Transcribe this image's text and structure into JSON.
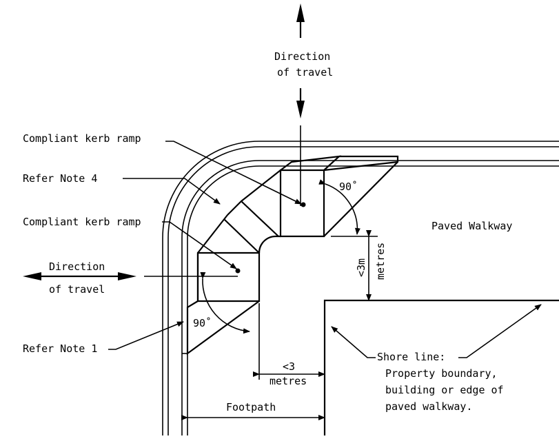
{
  "labels": {
    "dir_top_1": "Direction",
    "dir_top_2": "of travel",
    "dir_left_1": "Direction",
    "dir_left_2": "of travel",
    "ramp_upper": "Compliant kerb ramp",
    "note4": "Refer Note 4",
    "ramp_lower": "Compliant kerb ramp",
    "note1": "Refer Note 1",
    "paved": "Paved Walkway",
    "angle_upper": "90˚",
    "angle_lower": "90˚",
    "dim_vert_1": "<3m",
    "dim_vert_2": "metres",
    "dim_horz_1": "<3",
    "dim_horz_2": "metres",
    "footpath": "Footpath",
    "shore_1": "Shore line:",
    "shore_2": "Property boundary,",
    "shore_3": "building or edge of",
    "shore_4": "paved walkway."
  }
}
